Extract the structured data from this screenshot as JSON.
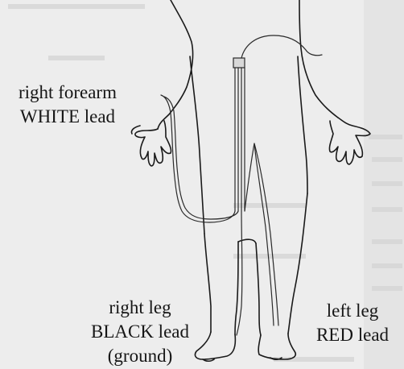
{
  "labels": {
    "forearm": {
      "line1": "right forearm",
      "line2": "WHITE lead"
    },
    "right_leg": {
      "line1": "right leg",
      "line2": "BLACK lead",
      "line3": "(ground)"
    },
    "left_leg": {
      "line1": "left leg",
      "line2": "RED lead"
    }
  },
  "colors": {
    "background": "#ededed",
    "ink": "#161616",
    "bleed_through": "#d2d2d2"
  }
}
